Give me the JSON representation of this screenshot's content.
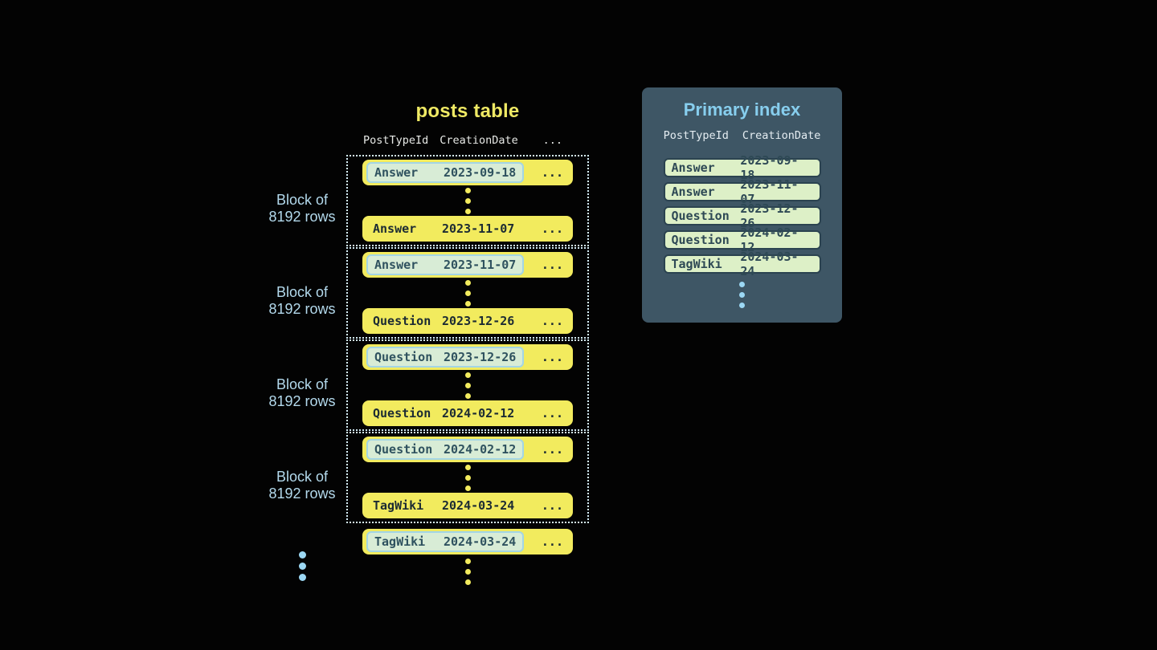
{
  "colors": {
    "background": "#030303",
    "row_yellow": "#f2eb5e",
    "title_yellow": "#efe964",
    "dark_text": "#1c2b33",
    "highlight_bg": "#d8ecd6",
    "highlight_border": "#a3d5e5",
    "highlight_text": "#2f525f",
    "dotted_block_border": "#d5edf7",
    "label_blue": "#b3d9ec",
    "panel_bg": "#3e5665",
    "panel_title_blue": "#87ceee",
    "pill_bg": "#ddf0c7",
    "pill_border": "#2b4350",
    "pill_text": "#2e4955",
    "ellipsis_blue": "#9cd8f4"
  },
  "posts_table": {
    "title": "posts table",
    "columns": {
      "col1": "PostTypeId",
      "col2": "CreationDate",
      "col3": "..."
    },
    "block_label": {
      "line1": "Block of",
      "line2": "8192 rows"
    },
    "blocks": [
      {
        "first_row": {
          "type": "Answer",
          "date": "2023-09-18",
          "more": "..."
        },
        "last_row": {
          "type": "Answer",
          "date": "2023-11-07",
          "more": "..."
        }
      },
      {
        "first_row": {
          "type": "Answer",
          "date": "2023-11-07",
          "more": "..."
        },
        "last_row": {
          "type": "Question",
          "date": "2023-12-26",
          "more": "..."
        }
      },
      {
        "first_row": {
          "type": "Question",
          "date": "2023-12-26",
          "more": "..."
        },
        "last_row": {
          "type": "Question",
          "date": "2024-02-12",
          "more": "..."
        }
      },
      {
        "first_row": {
          "type": "Question",
          "date": "2024-02-12",
          "more": "..."
        },
        "last_row": {
          "type": "TagWiki",
          "date": "2024-03-24",
          "more": "..."
        }
      }
    ],
    "overflow_row": {
      "type": "TagWiki",
      "date": "2024-03-24",
      "more": "..."
    }
  },
  "primary_index": {
    "title": "Primary index",
    "columns": {
      "col1": "PostTypeId",
      "col2": "CreationDate"
    },
    "rows": [
      {
        "type": "Answer",
        "date": "2023-09-18"
      },
      {
        "type": "Answer",
        "date": "2023-11-07"
      },
      {
        "type": "Question",
        "date": "2023-12-26"
      },
      {
        "type": "Question",
        "date": "2024-02-12"
      },
      {
        "type": "TagWiki",
        "date": "2024-03-24"
      }
    ]
  }
}
